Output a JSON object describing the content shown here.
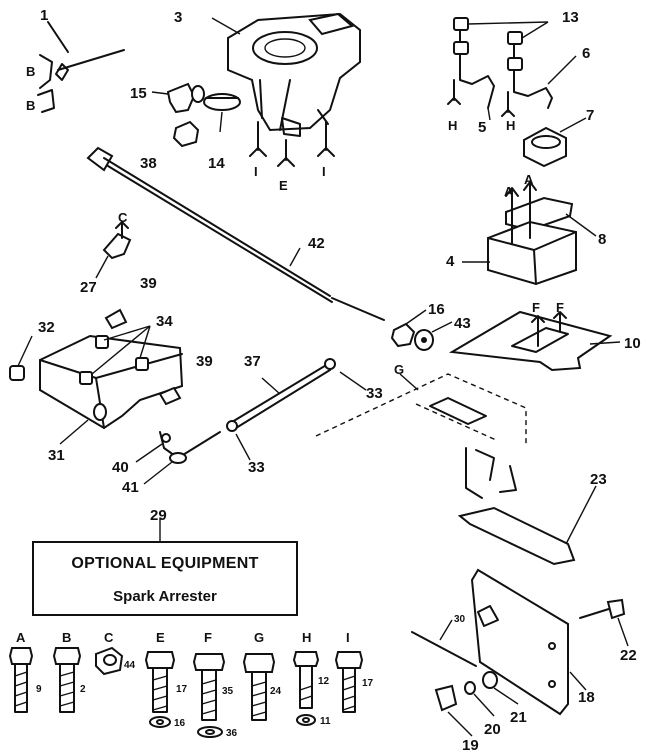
{
  "callouts": {
    "c1": "1",
    "c3": "3",
    "c13": "13",
    "c6": "6",
    "c5": "5",
    "c7": "7",
    "c15": "15",
    "c38": "38",
    "c14": "14",
    "c42": "42",
    "c8": "8",
    "c4": "4",
    "c27": "27",
    "c39a": "39",
    "c39b": "39",
    "c34": "34",
    "c32": "32",
    "c31": "31",
    "c37": "37",
    "c33a": "33",
    "c33b": "33",
    "c40": "40",
    "c41": "41",
    "c16": "16",
    "c43": "43",
    "c10": "10",
    "c23": "23",
    "c29": "29",
    "c30": "30",
    "c22": "22",
    "c18": "18",
    "c21": "21",
    "c20": "20",
    "c19": "19"
  },
  "letters": {
    "B1": "B",
    "B2": "B",
    "I1": "I",
    "I2": "I",
    "E": "E",
    "H1": "H",
    "H2": "H",
    "A1": "A",
    "A2": "A",
    "C": "C",
    "F1": "F",
    "F2": "F",
    "G": "G"
  },
  "optional_equipment": {
    "title": "OPTIONAL EQUIPMENT",
    "subtitle": "Spark Arrester"
  },
  "hardware": [
    {
      "letter": "A",
      "qty": "9"
    },
    {
      "letter": "B",
      "qty": "2"
    },
    {
      "letter": "C",
      "qty": "44"
    },
    {
      "letter": "E",
      "qty": "17",
      "washer": "16"
    },
    {
      "letter": "F",
      "qty": "35",
      "washer": "36"
    },
    {
      "letter": "G",
      "qty": "24"
    },
    {
      "letter": "H",
      "qty": "12",
      "washer": "11"
    },
    {
      "letter": "I",
      "qty": "17"
    }
  ]
}
